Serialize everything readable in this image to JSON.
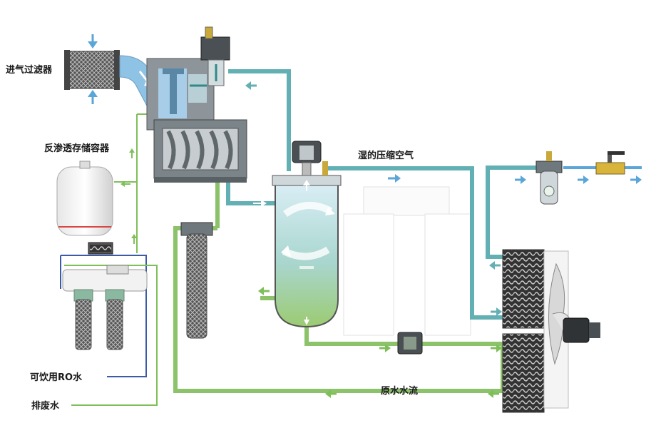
{
  "labels": {
    "intake_filter": "进气过滤器",
    "ro_tank": "反渗透存储容器",
    "wet_air": "湿的压缩空气",
    "drinking_water": "可饮用RO水",
    "drain": "排废水",
    "raw_water": "原水水流"
  },
  "colors": {
    "air_blue": "#8fc3e6",
    "teal_pipe": "#63b0b4",
    "green_pipe": "#8cc36a",
    "arrow_blue": "#5aa6d8",
    "arrow_green": "#7fbf5a",
    "machine_grey": "#9aa3a8"
  }
}
